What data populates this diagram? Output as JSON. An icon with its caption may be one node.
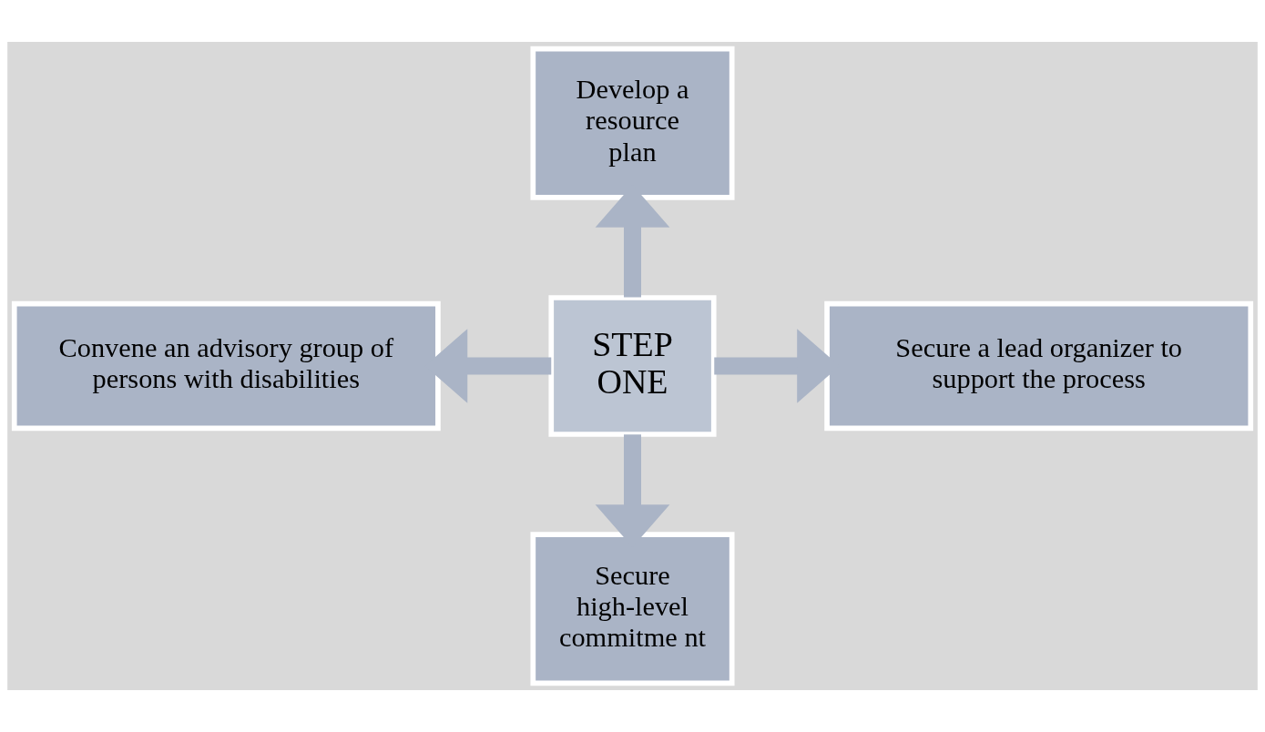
{
  "diagram": {
    "nodes": [
      {
        "text": [
          "STEP ONE"
        ]
      },
      {
        "text": [
          "Develop a resource plan"
        ]
      },
      {
        "text": [
          "Convene an advisory group of persons with disabilities"
        ]
      },
      {
        "text": [
          "Secure a lead organizer to support the process"
        ]
      },
      {
        "text": [
          "Secure high-level commitme nt"
        ]
      }
    ],
    "edges": [
      {
        "from": 0,
        "to": 1,
        "arrow": "to"
      },
      {
        "from": 0,
        "to": 2,
        "arrow": "to"
      },
      {
        "from": 0,
        "to": 3,
        "arrow": "to"
      },
      {
        "from": 0,
        "to": 4,
        "arrow": "to"
      }
    ]
  }
}
